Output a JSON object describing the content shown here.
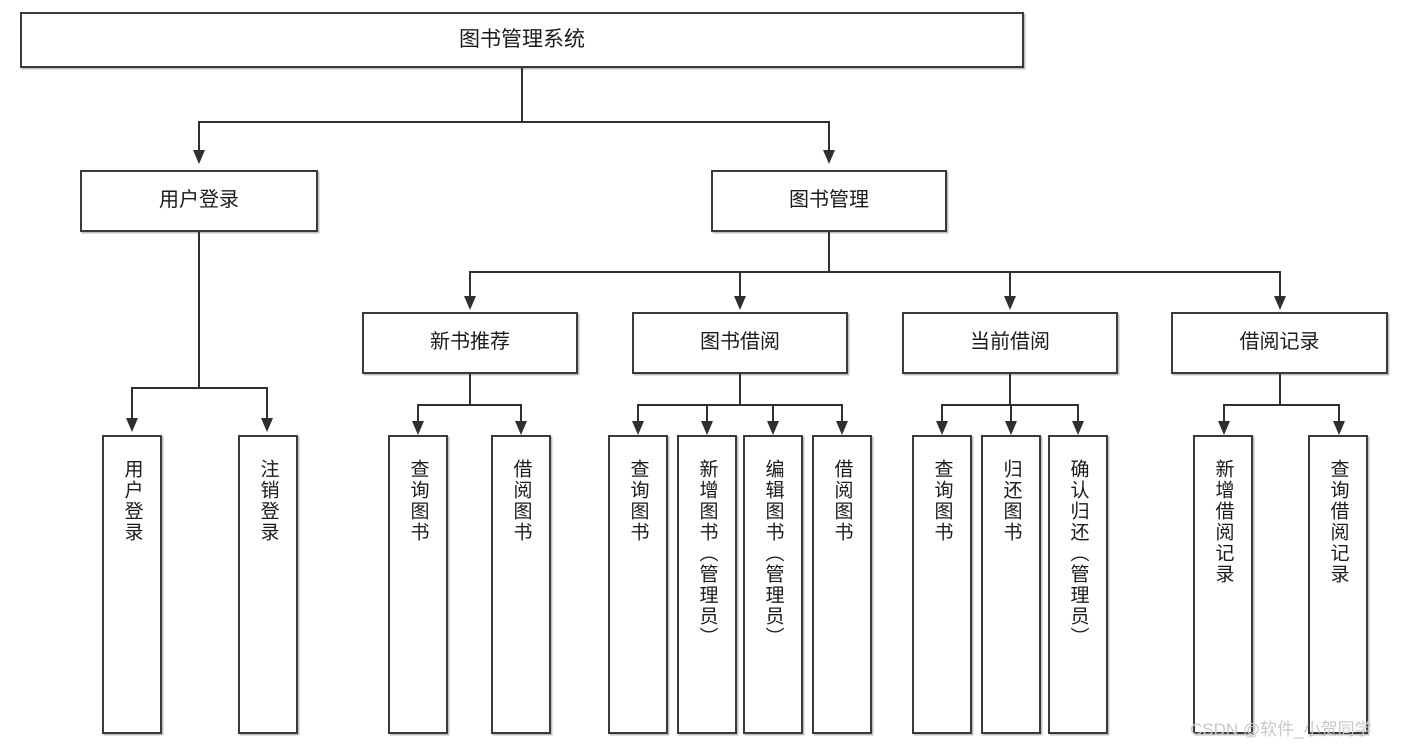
{
  "diagram": {
    "title": "图书管理系统",
    "type": "功能结构图",
    "root": {
      "label": "图书管理系统"
    },
    "level1": [
      {
        "label": "用户登录"
      },
      {
        "label": "图书管理"
      }
    ],
    "level2": [
      {
        "label": "新书推荐"
      },
      {
        "label": "图书借阅"
      },
      {
        "label": "当前借阅"
      },
      {
        "label": "借阅记录"
      }
    ],
    "leaves": {
      "user_login": [
        {
          "label": "用户登录"
        },
        {
          "label": "注销登录"
        }
      ],
      "new_book_recommend": [
        {
          "label": "查询图书"
        },
        {
          "label": "借阅图书"
        }
      ],
      "book_borrow": [
        {
          "label": "查询图书"
        },
        {
          "label": "新增图书（管理员）"
        },
        {
          "label": "编辑图书（管理员）"
        },
        {
          "label": "借阅图书"
        }
      ],
      "current_borrow": [
        {
          "label": "查询图书"
        },
        {
          "label": "归还图书"
        },
        {
          "label": "确认归还（管理员）"
        }
      ],
      "borrow_record": [
        {
          "label": "新增借阅记录"
        },
        {
          "label": "查询借阅记录"
        }
      ]
    }
  },
  "watermark": {
    "text": "CSDN @软件_小贺同学",
    "color": "#c9c9c9"
  },
  "style": {
    "box_border_color": "#3a3a3a",
    "connector_color": "#2f2f2f",
    "background": "#ffffff",
    "text_color": "#1b1b1b"
  }
}
